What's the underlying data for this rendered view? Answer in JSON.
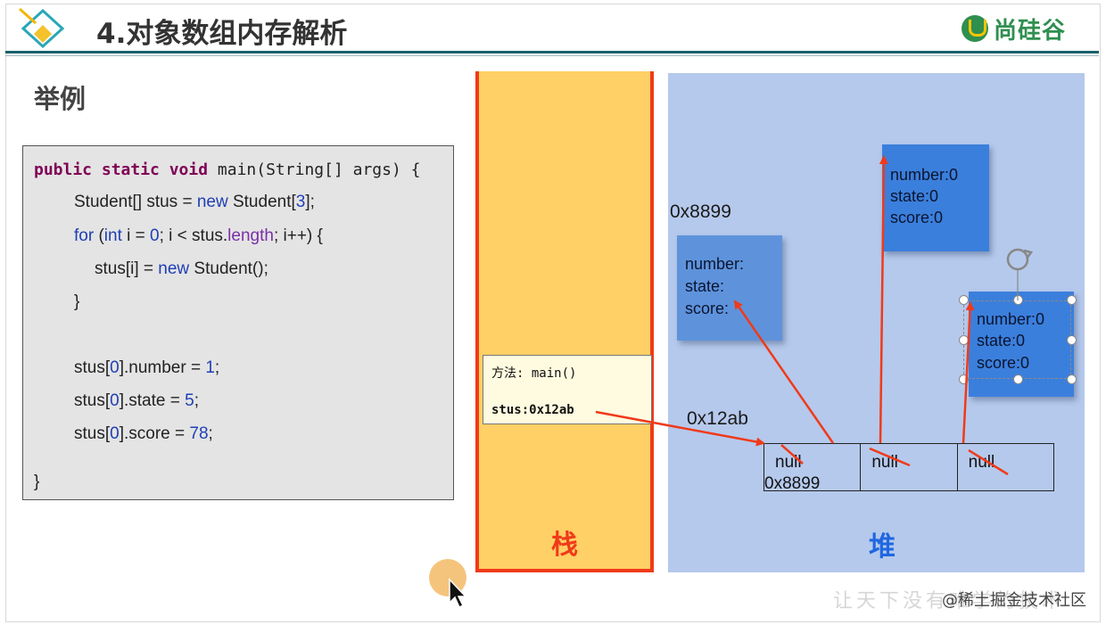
{
  "slide": {
    "title": "4.对象数组内存解析",
    "brand": "尚硅谷",
    "section_label": "举例"
  },
  "code": {
    "line1_kw": "public static void",
    "line1_rest": " main(String[] args) {",
    "line2_a": "Student[] stus = ",
    "line2_new": "new",
    "line2_b": " Student[",
    "line2_num": "3",
    "line2_c": "];",
    "line3_for": "for",
    "line3_a": " (",
    "line3_int": "int",
    "line3_b": " i = ",
    "line3_zero": "0",
    "line3_c": "; i < stus.",
    "line3_len": "length",
    "line3_d": "; i++) {",
    "line4_a": "stus[i] = ",
    "line4_new": "new",
    "line4_b": " Student();",
    "line5": "}",
    "line6_a": "stus[",
    "line6_idx": "0",
    "line6_b": "].number = ",
    "line6_val": "1",
    "line6_c": ";",
    "line7_a": "stus[",
    "line7_idx": "0",
    "line7_b": "].state = ",
    "line7_val": "5",
    "line7_c": ";",
    "line8_a": "stus[",
    "line8_idx": "0",
    "line8_b": "].score = ",
    "line8_val": "78",
    "line8_c": ";",
    "line9": "}"
  },
  "stack": {
    "label": "栈",
    "frame_method": "方法: main()",
    "frame_var": "stus:0x12ab"
  },
  "heap": {
    "label": "堆",
    "addr_object": "0x8899",
    "addr_array": "0x12ab",
    "object1": {
      "number": "number:",
      "state": "state:",
      "score": "score:"
    },
    "object2": {
      "number": "number:0",
      "state": "state:0",
      "score": "score:0"
    },
    "object3": {
      "number": "number:0",
      "state": "state:0",
      "score": "score:0"
    },
    "cells": [
      {
        "value": "null",
        "addr": "0x8899"
      },
      {
        "value": "null"
      },
      {
        "value": "null"
      }
    ]
  },
  "watermark": "@稀土掘金技术社区",
  "watermark_faint": "让天下没有难学的技术",
  "colors": {
    "stack_bg": "#ffd065",
    "stack_border": "#f03a1a",
    "heap_bg": "#b5c9ec",
    "object_fill": "#5e93dc",
    "arrow": "#f03a1a",
    "header_rule": "#17606b",
    "brand": "#2f8f4f"
  },
  "icons": [
    "logo-diamond-icon",
    "brand-logo-icon",
    "rotate-handle-icon",
    "mouse-cursor-icon"
  ]
}
